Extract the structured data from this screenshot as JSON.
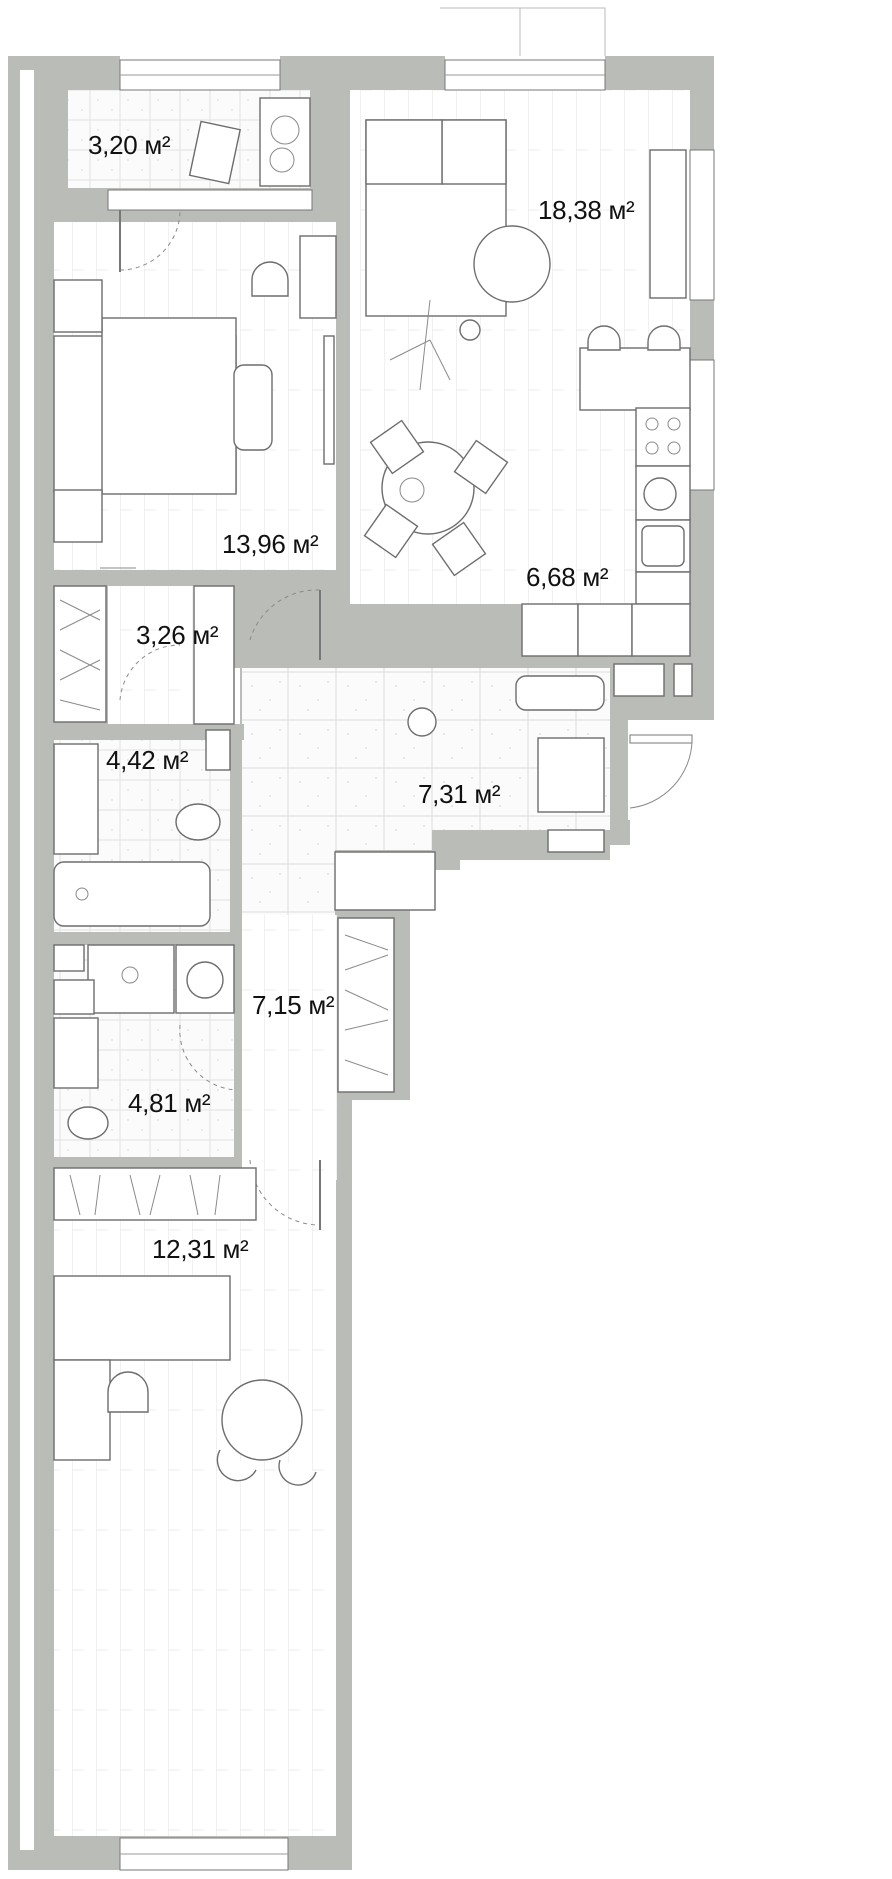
{
  "colors": {
    "wall": "#b9bcb7",
    "floor": "#ffffff",
    "line": "#6d6d6d",
    "text": "#111111"
  },
  "rooms": [
    {
      "id": "balcony",
      "area": "3,20 м²"
    },
    {
      "id": "living-room",
      "area": "18,38 м²"
    },
    {
      "id": "bedroom",
      "area": "13,96 м²"
    },
    {
      "id": "kitchen",
      "area": "6,68 м²"
    },
    {
      "id": "wardrobe",
      "area": "3,26 м²"
    },
    {
      "id": "bathroom-1",
      "area": "4,42 м²"
    },
    {
      "id": "hallway",
      "area": "7,31 м²"
    },
    {
      "id": "corridor",
      "area": "7,15 м²"
    },
    {
      "id": "bathroom-2",
      "area": "4,81 м²"
    },
    {
      "id": "kids-room",
      "area": "12,31 м²"
    }
  ]
}
